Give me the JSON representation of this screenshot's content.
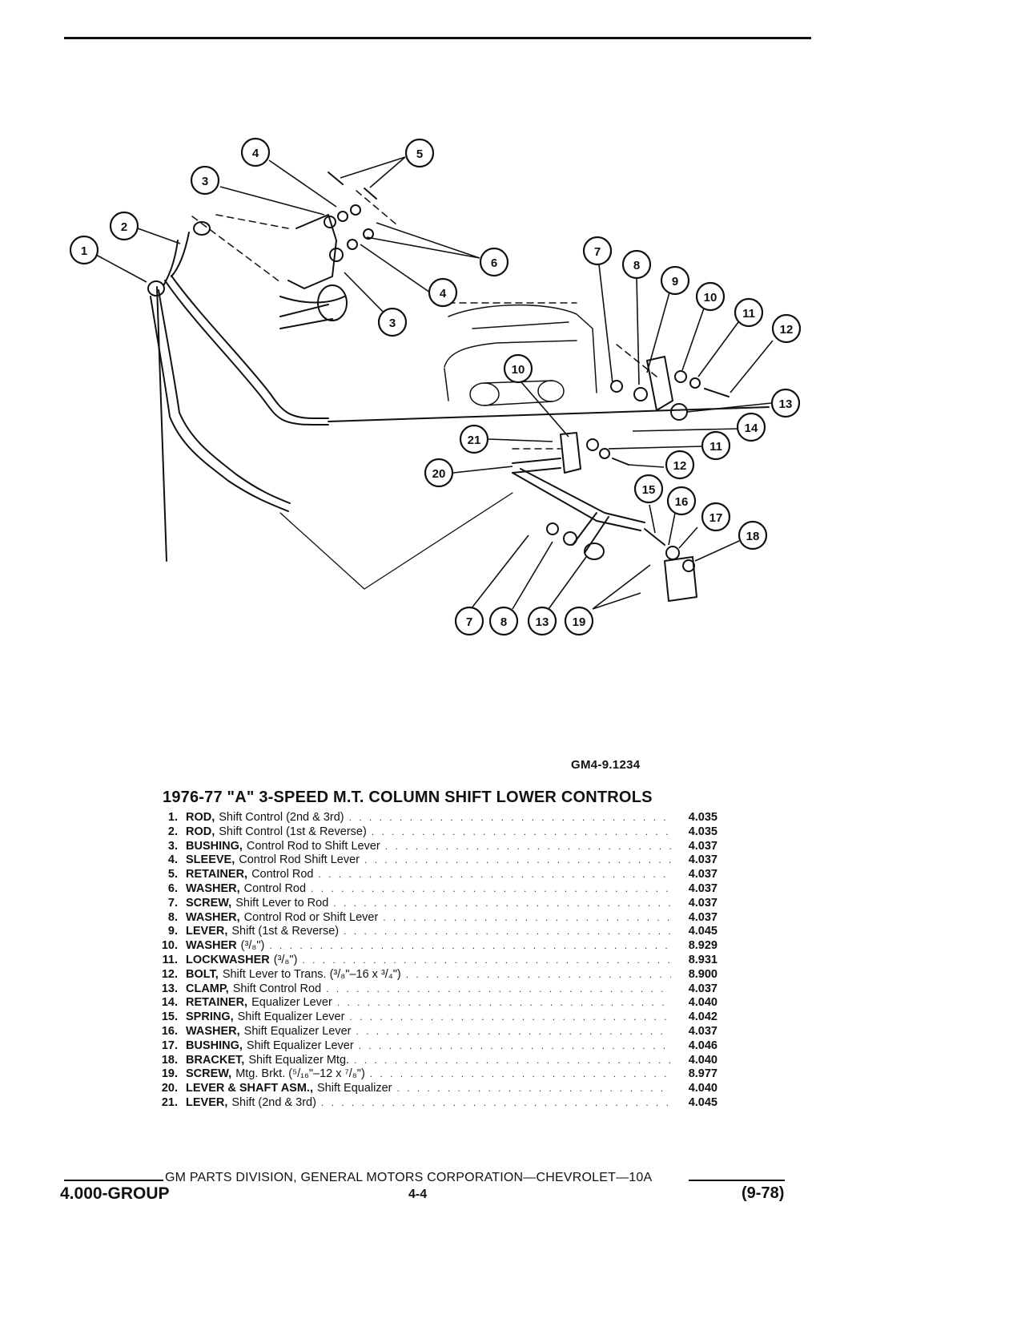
{
  "figure": {
    "code": "GM4-9.1234",
    "callouts": [
      "1",
      "2",
      "3",
      "4",
      "5",
      "6",
      "7",
      "8",
      "9",
      "10",
      "11",
      "12",
      "13",
      "14",
      "15",
      "16",
      "17",
      "18",
      "19",
      "20",
      "21"
    ]
  },
  "parts": {
    "title": "1976-77 \"A\" 3-SPEED M.T. COLUMN SHIFT LOWER CONTROLS",
    "items": [
      {
        "num": "1.",
        "name": "ROD,",
        "desc": "Shift Control (2nd & 3rd)",
        "code": "4.035"
      },
      {
        "num": "2.",
        "name": "ROD,",
        "desc": "Shift Control (1st & Reverse)",
        "code": "4.035"
      },
      {
        "num": "3.",
        "name": "BUSHING,",
        "desc": "Control Rod to Shift Lever",
        "code": "4.037"
      },
      {
        "num": "4.",
        "name": "SLEEVE,",
        "desc": "Control Rod Shift Lever",
        "code": "4.037"
      },
      {
        "num": "5.",
        "name": "RETAINER,",
        "desc": "Control Rod",
        "code": "4.037"
      },
      {
        "num": "6.",
        "name": "WASHER,",
        "desc": "Control Rod",
        "code": "4.037"
      },
      {
        "num": "7.",
        "name": "SCREW,",
        "desc": "Shift Lever to Rod",
        "code": "4.037"
      },
      {
        "num": "8.",
        "name": "WASHER,",
        "desc": "Control Rod or Shift Lever",
        "code": "4.037"
      },
      {
        "num": "9.",
        "name": "LEVER,",
        "desc": "Shift (1st & Reverse)",
        "code": "4.045"
      },
      {
        "num": "10.",
        "name": "WASHER",
        "desc": "(³/₈\")",
        "code": "8.929"
      },
      {
        "num": "11.",
        "name": "LOCKWASHER",
        "desc": "(³/₈\")",
        "code": "8.931"
      },
      {
        "num": "12.",
        "name": "BOLT,",
        "desc": "Shift Lever to Trans. (³/₈\"–16 x ³/₄\")",
        "code": "8.900"
      },
      {
        "num": "13.",
        "name": "CLAMP,",
        "desc": "Shift Control Rod",
        "code": "4.037"
      },
      {
        "num": "14.",
        "name": "RETAINER,",
        "desc": "Equalizer Lever",
        "code": "4.040"
      },
      {
        "num": "15.",
        "name": "SPRING,",
        "desc": "Shift Equalizer Lever",
        "code": "4.042"
      },
      {
        "num": "16.",
        "name": "WASHER,",
        "desc": "Shift Equalizer Lever",
        "code": "4.037"
      },
      {
        "num": "17.",
        "name": "BUSHING,",
        "desc": "Shift Equalizer Lever",
        "code": "4.046"
      },
      {
        "num": "18.",
        "name": "BRACKET,",
        "desc": "Shift Equalizer Mtg.",
        "code": "4.040"
      },
      {
        "num": "19.",
        "name": "SCREW,",
        "desc": "Mtg. Brkt. (⁵/₁₆\"–12 x ⁷/₈\")",
        "code": "8.977"
      },
      {
        "num": "20.",
        "name": "LEVER & SHAFT ASM.,",
        "desc": "Shift Equalizer",
        "code": "4.040"
      },
      {
        "num": "21.",
        "name": "LEVER,",
        "desc": "Shift (2nd & 3rd)",
        "code": "4.045"
      }
    ]
  },
  "footer": {
    "corporation": "GM PARTS DIVISION, GENERAL MOTORS CORPORATION—CHEVROLET—10A",
    "group": "4.000-GROUP",
    "page": "4-4",
    "date": "(9-78)"
  }
}
